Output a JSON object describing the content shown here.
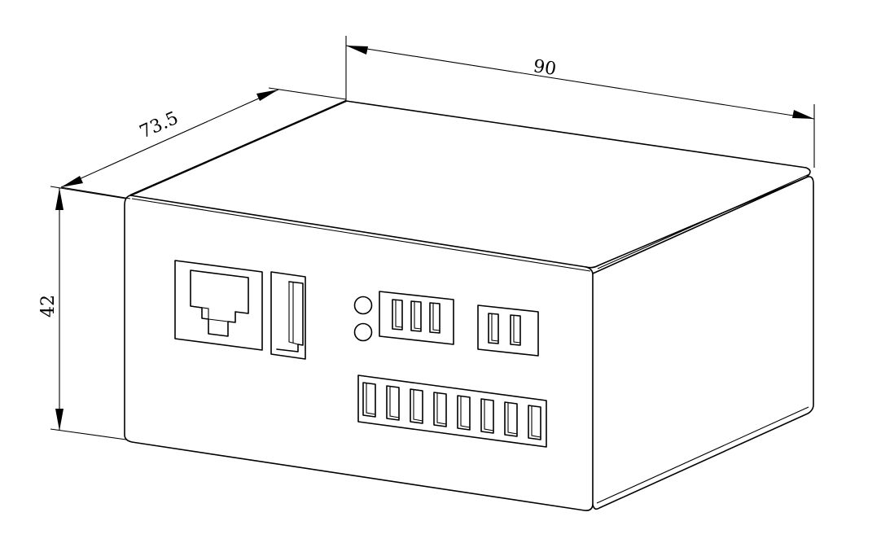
{
  "dimensions": {
    "width": "90",
    "depth": "73.5",
    "height": "42"
  }
}
